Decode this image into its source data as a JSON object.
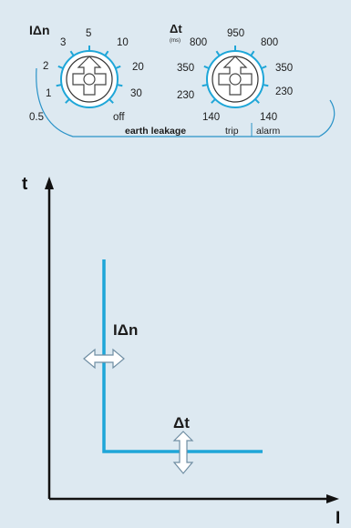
{
  "dials": {
    "earth_leakage": {
      "heading": "IΔn",
      "settings": [
        "0.5",
        "1",
        "2",
        "3",
        "5",
        "10",
        "20",
        "30",
        "off"
      ]
    },
    "time_delay": {
      "heading": "Δt",
      "unit": "(ms)",
      "trip_settings": [
        "140",
        "230",
        "350",
        "800",
        "950"
      ],
      "alarm_settings": [
        "800",
        "350",
        "230",
        "140"
      ],
      "caption_trip": "trip",
      "caption_alarm": "alarm"
    },
    "caption_earth_leakage": "earth leakage"
  },
  "graph": {
    "y_axis_label": "t",
    "x_axis_label": "I",
    "threshold_label": "IΔn",
    "delay_label": "Δt"
  },
  "colors": {
    "background": "#dde9f1",
    "curve": "#1ea6d8",
    "outline": "#2a93c8",
    "axis": "#111111",
    "arrow_fill": "#ffffff",
    "arrow_stroke": "#6f8ea3"
  }
}
